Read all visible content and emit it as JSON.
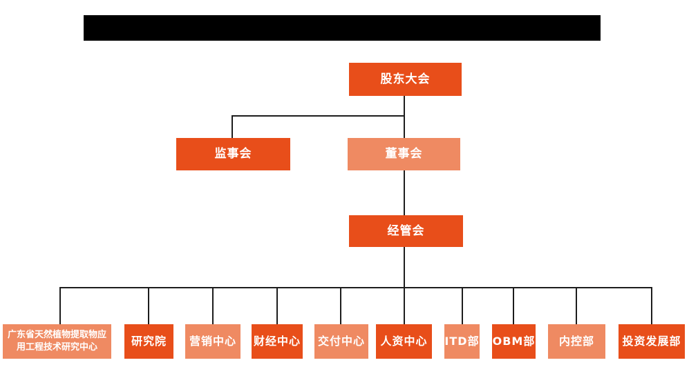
{
  "colors": {
    "dark": "#E84E1A",
    "light": "#EF8A62",
    "line": "#1C1C1C",
    "text": "#FFFFFF",
    "redaction": "#000000",
    "background": "#FFFFFF"
  },
  "org": {
    "title_redacted": true,
    "shareholders": {
      "label": "股东大会"
    },
    "supervisory": {
      "label": "监事会"
    },
    "board": {
      "label": "董事会"
    },
    "management": {
      "label": "经管会"
    },
    "departments": [
      {
        "label": "广东省天然植物提取物应用工程技术研究中心"
      },
      {
        "label": "研究院"
      },
      {
        "label": "营销中心"
      },
      {
        "label": "财经中心"
      },
      {
        "label": "交付中心"
      },
      {
        "label": "人资中心"
      },
      {
        "label": "ITD部"
      },
      {
        "label": "OBM部"
      },
      {
        "label": "内控部"
      },
      {
        "label": "投资发展部"
      }
    ]
  }
}
